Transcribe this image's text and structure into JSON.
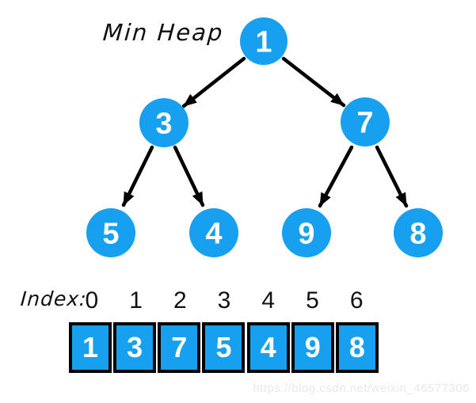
{
  "title": "Min Heap",
  "colors": {
    "node_fill": "#18A0F0",
    "edge": "#000000",
    "cell_fill": "#18A0F0",
    "cell_border": "#000000",
    "watermark": "#e8e9ea"
  },
  "tree": {
    "nodes": [
      {
        "id": "root",
        "value": "1"
      },
      {
        "id": "left",
        "value": "3"
      },
      {
        "id": "right",
        "value": "7"
      },
      {
        "id": "left-left",
        "value": "5"
      },
      {
        "id": "left-right",
        "value": "4"
      },
      {
        "id": "right-left",
        "value": "9"
      },
      {
        "id": "right-right",
        "value": "8"
      }
    ],
    "edges": [
      {
        "from": "1",
        "to": "3"
      },
      {
        "from": "1",
        "to": "7"
      },
      {
        "from": "3",
        "to": "5"
      },
      {
        "from": "3",
        "to": "4"
      },
      {
        "from": "7",
        "to": "9"
      },
      {
        "from": "7",
        "to": "8"
      }
    ]
  },
  "array": {
    "index_label": "Index:",
    "indices": [
      "0",
      "1",
      "2",
      "3",
      "4",
      "5",
      "6"
    ],
    "values": [
      "1",
      "3",
      "7",
      "5",
      "4",
      "9",
      "8"
    ]
  },
  "watermark": "https://blog.csdn.net/weixin_46577306"
}
